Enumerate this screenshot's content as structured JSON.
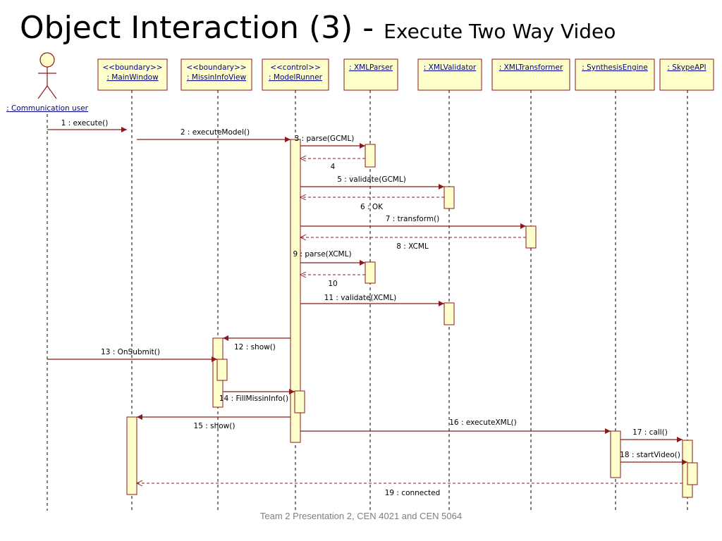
{
  "title": {
    "main": "Object Interaction (3) - ",
    "sub": "Execute Two Way Video"
  },
  "colors": {
    "box_fill": "#ffffcc",
    "box_border": "#8b1a1a",
    "box_text": "#00008b",
    "message": "#8b1a1a",
    "lifeline": "#000000"
  },
  "actor": {
    "name": ": Communication user"
  },
  "participants": [
    {
      "id": "mainwindow",
      "stereotype": "<<boundary>>",
      "name": ": MainWindow"
    },
    {
      "id": "missininfoview",
      "stereotype": "<<boundary>>",
      "name": ": MissinInfoView"
    },
    {
      "id": "modelrunner",
      "stereotype": "<<control>>",
      "name": ": ModelRunner"
    },
    {
      "id": "xmlparser",
      "stereotype": "",
      "name": ": XMLParser"
    },
    {
      "id": "xmlvalidator",
      "stereotype": "",
      "name": ": XMLValidator"
    },
    {
      "id": "xmltransformer",
      "stereotype": "",
      "name": ": XMLTransformer"
    },
    {
      "id": "synthesisengine",
      "stereotype": "",
      "name": ": SynthesisEngine"
    },
    {
      "id": "skypeapi",
      "stereotype": "",
      "name": ": SkypeAPI"
    }
  ],
  "messages": [
    {
      "label": "1 : execute()",
      "from": "user",
      "to": "mainwindow",
      "kind": "call"
    },
    {
      "label": "2 : executeModel()",
      "from": "mainwindow",
      "to": "modelrunner",
      "kind": "call"
    },
    {
      "label": "3 : parse(GCML)",
      "from": "modelrunner",
      "to": "xmlparser",
      "kind": "call"
    },
    {
      "label": "4",
      "from": "xmlparser",
      "to": "modelrunner",
      "kind": "return"
    },
    {
      "label": "5 : validate(GCML)",
      "from": "modelrunner",
      "to": "xmlvalidator",
      "kind": "call"
    },
    {
      "label": "6 : OK",
      "from": "xmlvalidator",
      "to": "modelrunner",
      "kind": "return"
    },
    {
      "label": "7 : transform()",
      "from": "modelrunner",
      "to": "xmltransformer",
      "kind": "call"
    },
    {
      "label": "8 : XCML",
      "from": "xmltransformer",
      "to": "modelrunner",
      "kind": "return"
    },
    {
      "label": "9 : parse(XCML)",
      "from": "modelrunner",
      "to": "xmlparser",
      "kind": "call"
    },
    {
      "label": "10",
      "from": "xmlparser",
      "to": "modelrunner",
      "kind": "return"
    },
    {
      "label": "11 : validate(XCML)",
      "from": "modelrunner",
      "to": "xmlvalidator",
      "kind": "call"
    },
    {
      "label": "12 : show()",
      "from": "modelrunner",
      "to": "missininfoview",
      "kind": "call"
    },
    {
      "label": "13 : OnSubmit()",
      "from": "user",
      "to": "missininfoview",
      "kind": "call"
    },
    {
      "label": "14 : FillMissinInfo()",
      "from": "missininfoview",
      "to": "modelrunner",
      "kind": "call"
    },
    {
      "label": "15 : show()",
      "from": "modelrunner",
      "to": "mainwindow",
      "kind": "call"
    },
    {
      "label": "16 : executeXML()",
      "from": "modelrunner",
      "to": "synthesisengine",
      "kind": "call"
    },
    {
      "label": "17 : call()",
      "from": "synthesisengine",
      "to": "skypeapi",
      "kind": "call"
    },
    {
      "label": "18 : startVideo()",
      "from": "synthesisengine",
      "to": "skypeapi",
      "kind": "call"
    },
    {
      "label": "19 : connected",
      "from": "skypeapi",
      "to": "mainwindow",
      "kind": "return"
    }
  ],
  "footer": "Team 2 Presentation 2, CEN 4021 and CEN 5064"
}
